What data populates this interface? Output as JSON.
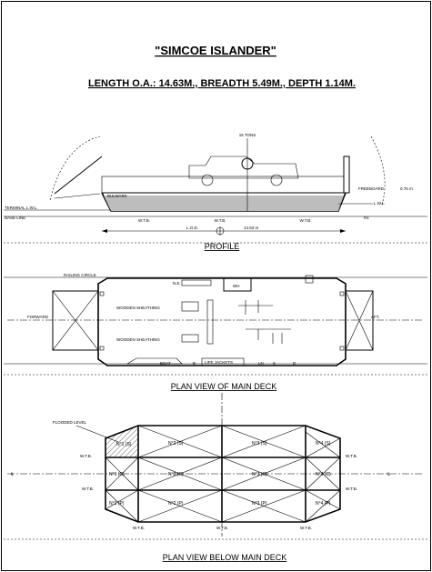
{
  "title": "\"SIMCOE ISLANDER\"",
  "dimensions": "LENGTH O.A.: 14.63M., BREADTH 5.49M., DEPTH 1.14M.",
  "sections": {
    "profile": "PROFILE",
    "main_deck": "PLAN VIEW OF MAIN DECK",
    "below_deck": "PLAN VIEW BELOW MAIN DECK"
  },
  "profile_labels": {
    "tons": "15 TONS",
    "bulwark": "BULWARK",
    "terminal_lwl": "TERMINAL L.W.L.",
    "base_line": "BASE LINE",
    "lwl": "L.W.L.",
    "freeboard": "FREEBOARD",
    "freeboard_value": "0.76 m",
    "lod": "L.O.D.",
    "lod_value": "14.63 m",
    "wtb_1": "W.T.B.",
    "wtb_2": "W.T.B.",
    "wtb_3": "W.T.B.",
    "ramp_mark": "R1"
  },
  "deck_labels": {
    "railing_circle": "RAILING CIRCLE",
    "forward": "FORWARD",
    "aft": "AFT.",
    "ne": "N.E.",
    "wh": "WH",
    "wooden_sheathing_1": "WOODEN SHEATHING",
    "wooden_sheathing_2": "WOODEN SHEATHING",
    "boat": "BOAT",
    "life_jackets": "LIFE JACKETS",
    "mark_b": "B",
    "mark_s": "S",
    "mark_ln": "LN",
    "mark_d": "D"
  },
  "below_labels": {
    "flooded_level": "FLOODED LEVEL",
    "wtb_left_top": "W.T.B.",
    "wtb_left_bottom": "W.T.B.",
    "wtb_right_top": "W.T.B.",
    "wtb_right_bottom": "W.T.B.",
    "wtb_b1": "W.T.B.",
    "wtb_b2": "W.T.B.",
    "wtb_b3": "W.T.B."
  },
  "compartments": [
    [
      "N°1 (S)",
      "N°2 (S)",
      "N°3 (S)",
      "N°4 (S)"
    ],
    [
      "N°1 (C)",
      "N°2 (C)",
      "N°3 (C)",
      "N°4 (C)"
    ],
    [
      "N°1 (P)",
      "N°2 (P)",
      "N°3 (P)",
      "N°4 (P)"
    ]
  ]
}
